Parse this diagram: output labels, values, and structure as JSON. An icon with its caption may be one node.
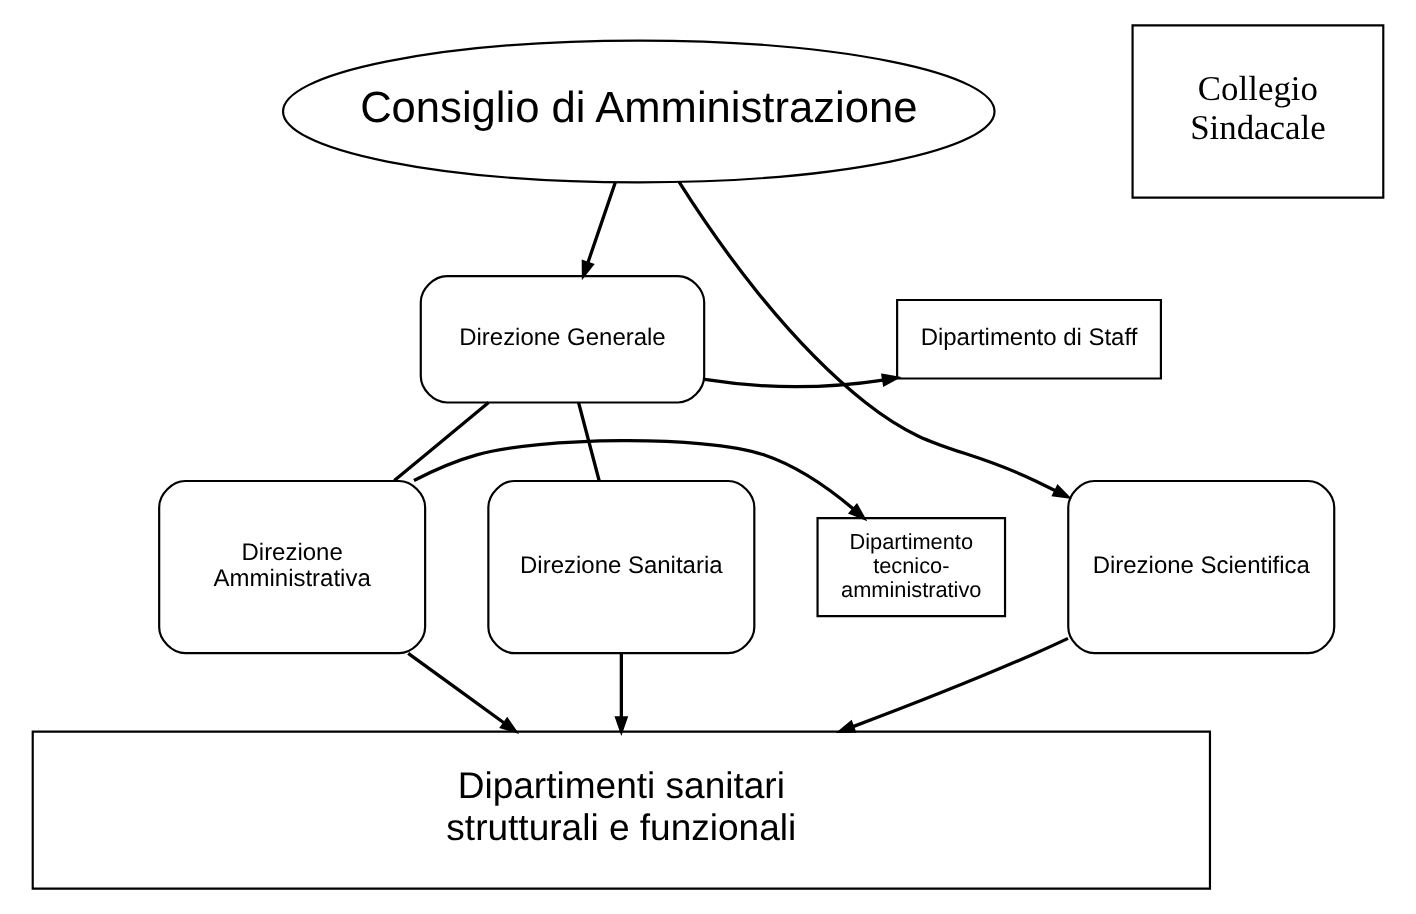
{
  "diagram": {
    "nodes": [
      {
        "text": [
          "Consiglio di Amministrazione"
        ]
      },
      {
        "text": [
          "Collegio Sindacale"
        ]
      },
      {
        "text": [
          "Dipartimento di Staff"
        ]
      },
      {
        "text": [
          "Direzione Generale"
        ]
      },
      {
        "text": [
          "Dipartimento tecnico- amministrativo"
        ]
      },
      {
        "text": [
          "Direzione Amministrativa"
        ]
      },
      {
        "text": [
          "Direzione Sanitaria"
        ]
      },
      {
        "text": [
          "Direzione Scientifica"
        ]
      },
      {
        "text": [
          "Dipartimenti sanitari strutturali e funzionali"
        ]
      }
    ],
    "edges": [
      {
        "from": 0,
        "to": 3,
        "arrow": "to"
      },
      {
        "from": 0,
        "to": 7,
        "arrow": "to"
      },
      {
        "from": 3,
        "to": 2,
        "arrow": "to"
      },
      {
        "from": 3,
        "to": 5,
        "arrow": "none"
      },
      {
        "from": 3,
        "to": 6,
        "arrow": "none"
      },
      {
        "from": 5,
        "to": 4,
        "arrow": "to"
      },
      {
        "from": 5,
        "to": 8,
        "arrow": "to"
      },
      {
        "from": 6,
        "to": 8,
        "arrow": "to"
      },
      {
        "from": 7,
        "to": 8,
        "arrow": "to"
      }
    ]
  }
}
